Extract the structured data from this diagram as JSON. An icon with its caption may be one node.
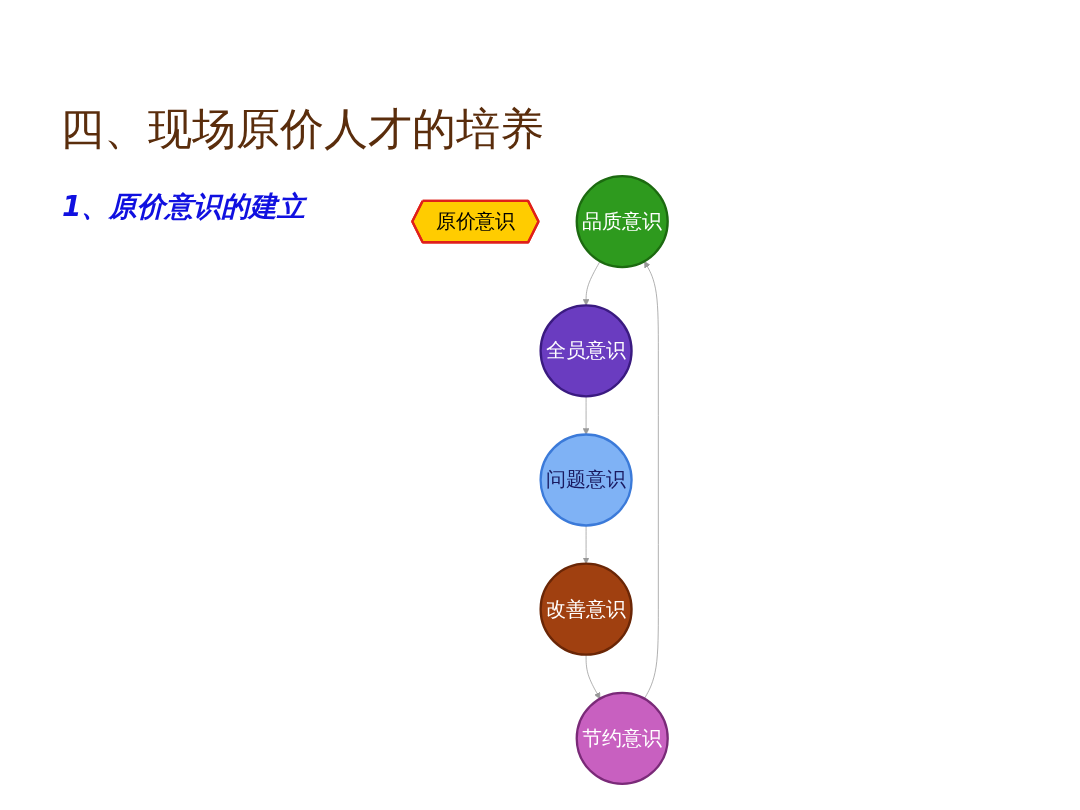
{
  "diagram": {
    "title": "四、现场原价人才的培养",
    "nodes": [
      {
        "text": [
          "原价意识"
        ]
      },
      {
        "text": [
          "品质意识"
        ]
      },
      {
        "text": [
          "全员意识"
        ]
      },
      {
        "text": [
          "问题意识"
        ]
      },
      {
        "text": [
          "改善意识"
        ]
      },
      {
        "text": [
          "节约意识"
        ]
      }
    ],
    "edges": [
      {
        "from": 5,
        "to": 1,
        "arrow": "to",
        "color": "#999999"
      },
      {
        "from": 1,
        "to": 2,
        "arrow": "to",
        "color": "#999999"
      },
      {
        "from": 2,
        "to": 3,
        "arrow": "to",
        "color": "#999999"
      },
      {
        "from": 3,
        "to": 4,
        "arrow": "to",
        "color": "#999999"
      },
      {
        "from": 4,
        "to": 5,
        "arrow": "to",
        "color": "#999999"
      }
    ],
    "labels": [
      "1、原价意识的建立"
    ]
  }
}
